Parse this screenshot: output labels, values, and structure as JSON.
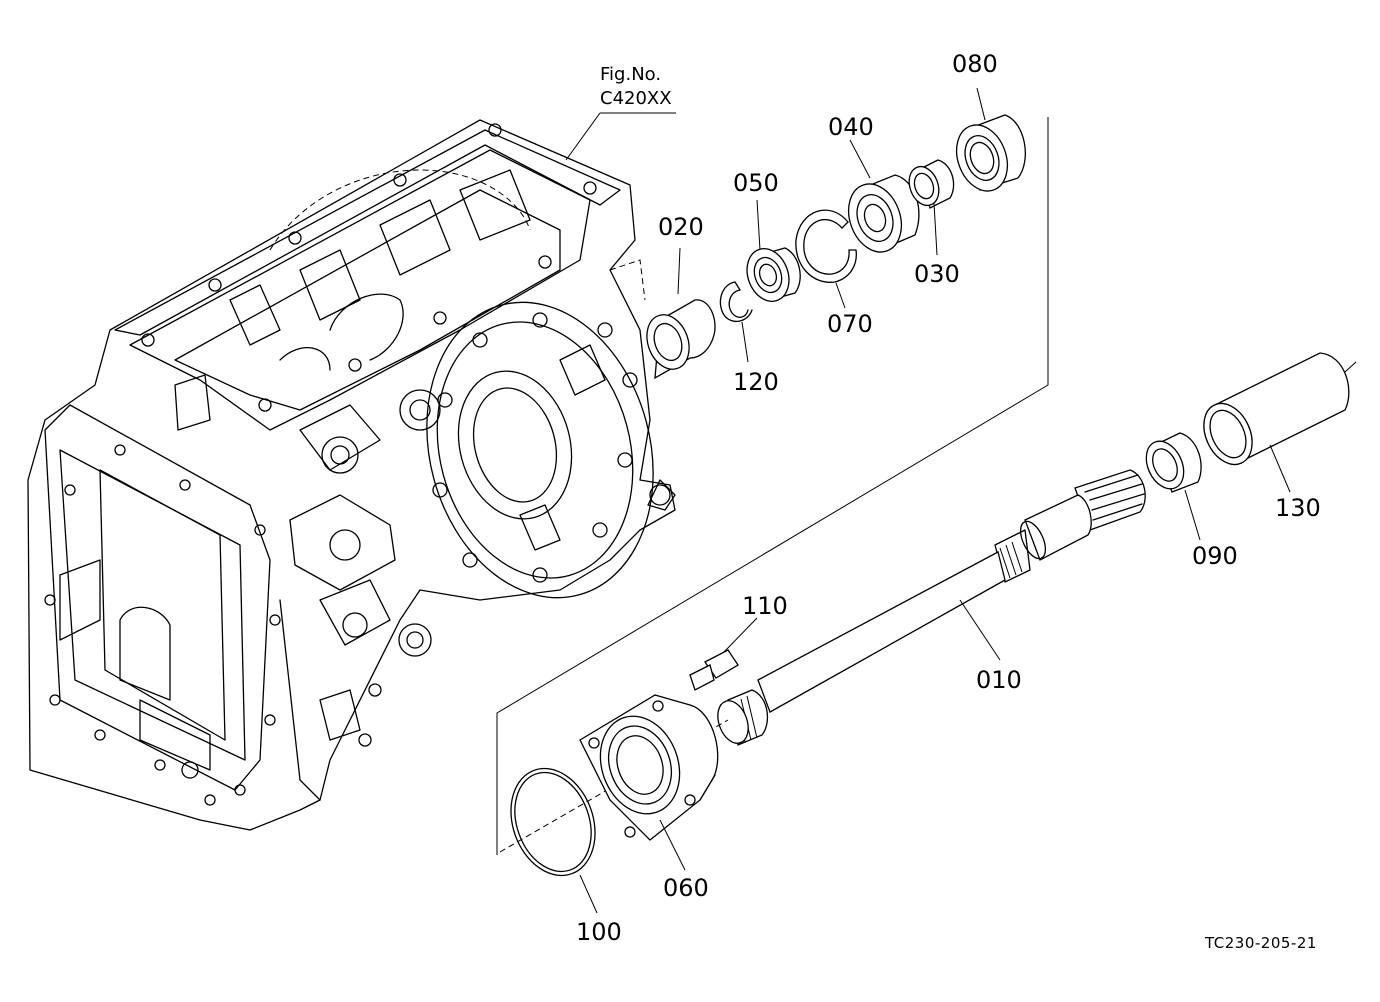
{
  "figure_ref": {
    "line1": "Fig.No.",
    "line2": "C420XX"
  },
  "drawing_code": "TC230-205-21",
  "parts": {
    "p010": "010",
    "p020": "020",
    "p030": "030",
    "p040": "040",
    "p050": "050",
    "p060": "060",
    "p070": "070",
    "p080": "080",
    "p090": "090",
    "p100": "100",
    "p110": "110",
    "p120": "120",
    "p130": "130"
  }
}
